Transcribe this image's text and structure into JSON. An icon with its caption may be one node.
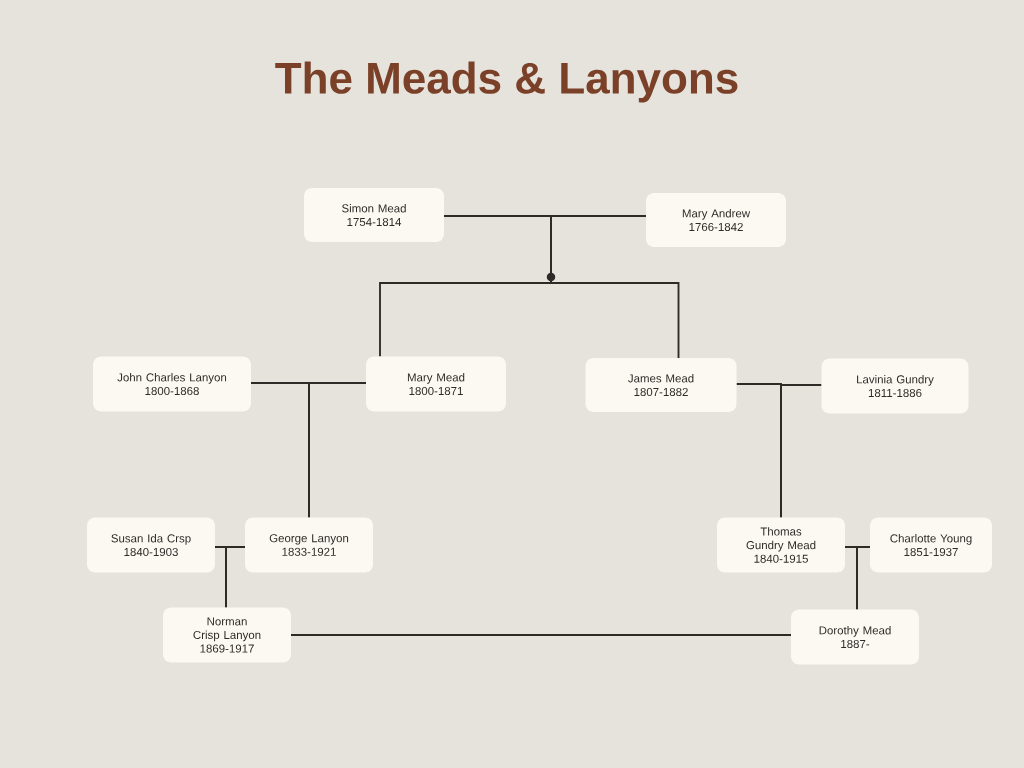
{
  "diagram": {
    "title": "The Meads & Lanyons",
    "nodes": [
      {
        "text": [
          "Simon Mead",
          "1754-1814"
        ]
      },
      {
        "text": [
          "Mary Andrew",
          "1766-1842"
        ]
      },
      {
        "text": [],
        "shape": "circle"
      },
      {
        "text": [
          "John Charles Lanyon",
          "1800-1868"
        ]
      },
      {
        "text": [
          "Mary Mead",
          "1800-1871"
        ]
      },
      {
        "text": [
          "James Mead",
          "1807-1882"
        ]
      },
      {
        "text": [
          "Lavinia Gundry",
          "1811-1886"
        ]
      },
      {
        "text": [
          "Susan Ida Crsp",
          "1840-1903"
        ]
      },
      {
        "text": [
          "George Lanyon",
          "1833-1921"
        ]
      },
      {
        "text": [
          "Thomas Gundry Mead",
          "1840-1915"
        ]
      },
      {
        "text": [
          "Charlotte Young",
          "1851-1937"
        ]
      },
      {
        "text": [
          "Norman Crisp Lanyon",
          "1869-1917"
        ]
      },
      {
        "text": [
          "Dorothy Mead",
          "1887-"
        ]
      }
    ],
    "edges": [
      {
        "from": 0,
        "to": 2,
        "arrow": "none"
      },
      {
        "from": 1,
        "to": 2,
        "arrow": "none"
      },
      {
        "from": 2,
        "to": 4,
        "arrow": "none"
      },
      {
        "from": 2,
        "to": 5,
        "arrow": "none"
      },
      {
        "from": 3,
        "to": 8,
        "arrow": "none"
      },
      {
        "from": 4,
        "to": 8,
        "arrow": "none"
      },
      {
        "from": 5,
        "to": 9,
        "arrow": "none"
      },
      {
        "from": 6,
        "to": 9,
        "arrow": "none"
      },
      {
        "from": 7,
        "to": 11,
        "arrow": "none"
      },
      {
        "from": 8,
        "to": 11,
        "arrow": "none"
      },
      {
        "from": 9,
        "to": 12,
        "arrow": "none"
      },
      {
        "from": 10,
        "to": 12,
        "arrow": "none"
      },
      {
        "from": 11,
        "to": 12,
        "arrow": "none"
      }
    ]
  }
}
